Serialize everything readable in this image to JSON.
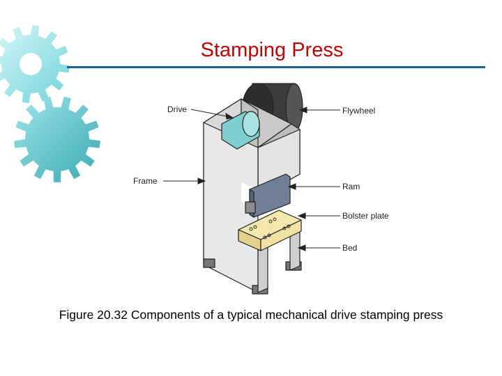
{
  "slide": {
    "title": "Stamping Press",
    "caption": "Figure 20.32  Components of a typical mechanical drive stamping press"
  },
  "diagram": {
    "labels": {
      "drive": "Drive",
      "flywheel": "Flywheel",
      "frame": "Frame",
      "ram": "Ram",
      "bolster": "Bolster plate",
      "bed": "Bed"
    }
  },
  "colors": {
    "title": "#c00000",
    "rule": "#1f5f99",
    "gear_top": "#7fe0e6",
    "gear_bottom": "#4fb8c0",
    "frame": "#d9d9d9",
    "drive": "#7fcfd0",
    "flywheel": "#444444",
    "bolster": "#efe2a3"
  }
}
